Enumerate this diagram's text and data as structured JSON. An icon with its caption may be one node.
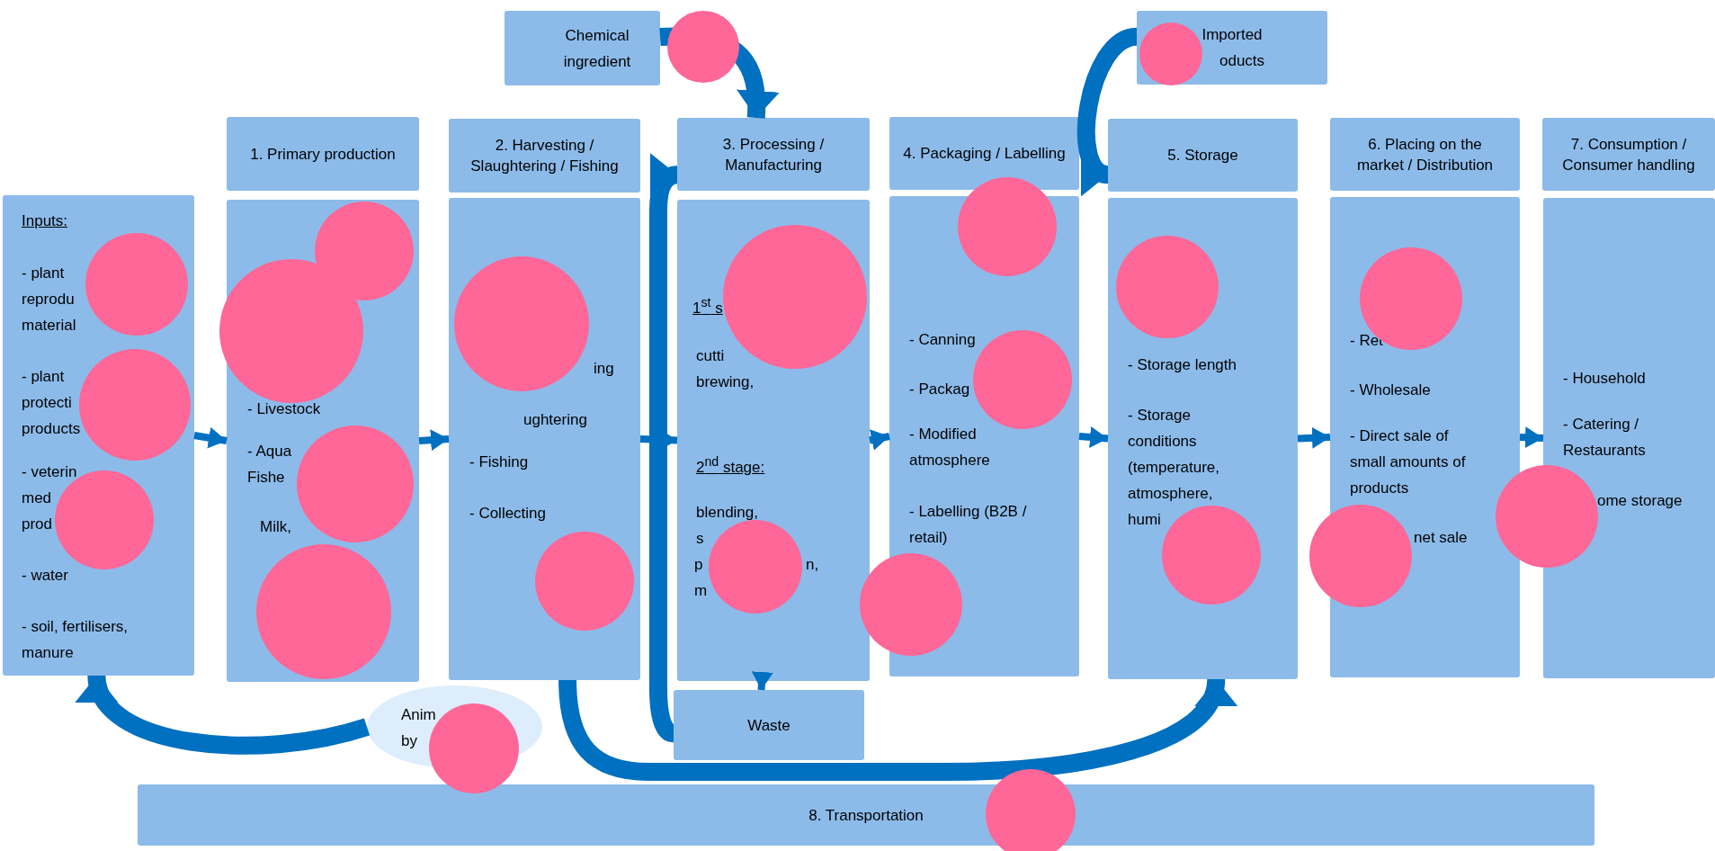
{
  "diagram": {
    "nodes": [
      {
        "text": [
          "Chemical ingredient"
        ]
      },
      {
        "text": [
          "Imported",
          "oducts"
        ]
      },
      {
        "text": [
          "1. Primary production"
        ]
      },
      {
        "text": [
          "2. Harvesting / Slaughtering / Fishing"
        ]
      },
      {
        "text": [
          "3. Processing / Manufacturing"
        ]
      },
      {
        "text": [
          "4. Packaging / Labelling"
        ]
      },
      {
        "text": [
          "5. Storage"
        ]
      },
      {
        "text": [
          "6. Placing on the market / Distribution"
        ]
      },
      {
        "text": [
          "7. Consumption / Consumer handling"
        ]
      },
      {
        "text": [
          "Inputs:",
          "- plant reprodu material",
          "- plant protecti products",
          "- veterin med prod",
          "- water",
          "- soil, fertilisers, manure"
        ]
      },
      {
        "text": [
          "- Livestock",
          "- Aqua Fishe",
          "Milk,"
        ]
      },
      {
        "text": [
          "ing",
          "ughtering",
          "- Fishing",
          "- Collecting"
        ]
      },
      {
        "text": [
          "1$^{st}$ s",
          "cutti brewing,",
          "2$^{nd}$ stage:",
          "blending,",
          "s",
          "p",
          "n,",
          "m"
        ]
      },
      {
        "text": [
          "- Canning",
          "- Packag",
          "- Modified atmosphere",
          "- Labelling (B2B / retail)"
        ]
      },
      {
        "text": [
          "- Storage length",
          "- Storage conditions (temperature, atmosphere, humi"
        ]
      },
      {
        "text": [
          "- Ret",
          "- Wholesale",
          "- Direct sale of small amounts of products",
          "net sale"
        ]
      },
      {
        "text": [
          "- Household",
          "- Catering / Restaurants",
          "ome storage"
        ]
      },
      {
        "text": [
          "Anim by"
        ]
      },
      {
        "text": [
          "Waste"
        ]
      },
      {
        "text": [
          "8. Transportation"
        ]
      }
    ],
    "edges": [
      {
        "from": 9,
        "to": 10,
        "arrow": "to"
      },
      {
        "from": 10,
        "to": 11,
        "arrow": "to"
      },
      {
        "from": 11,
        "to": 12,
        "arrow": "to"
      },
      {
        "from": 12,
        "to": 13,
        "arrow": "to"
      },
      {
        "from": 13,
        "to": 14,
        "arrow": "to"
      },
      {
        "from": 14,
        "to": 15,
        "arrow": "to"
      },
      {
        "from": 15,
        "to": 16,
        "arrow": "to"
      },
      {
        "from": 0,
        "to": 4,
        "arrow": "to",
        "style": "thick"
      },
      {
        "from": 1,
        "to": 6,
        "arrow": "to",
        "style": "thick"
      },
      {
        "from": 18,
        "to": 4,
        "arrow": "to",
        "style": "thick"
      },
      {
        "from": 11,
        "to": 14,
        "arrow": "to",
        "style": "thick"
      },
      {
        "from": 17,
        "to": 9,
        "arrow": "to",
        "style": "thick"
      },
      {
        "from": 12,
        "to": 18,
        "arrow": "to"
      }
    ]
  }
}
